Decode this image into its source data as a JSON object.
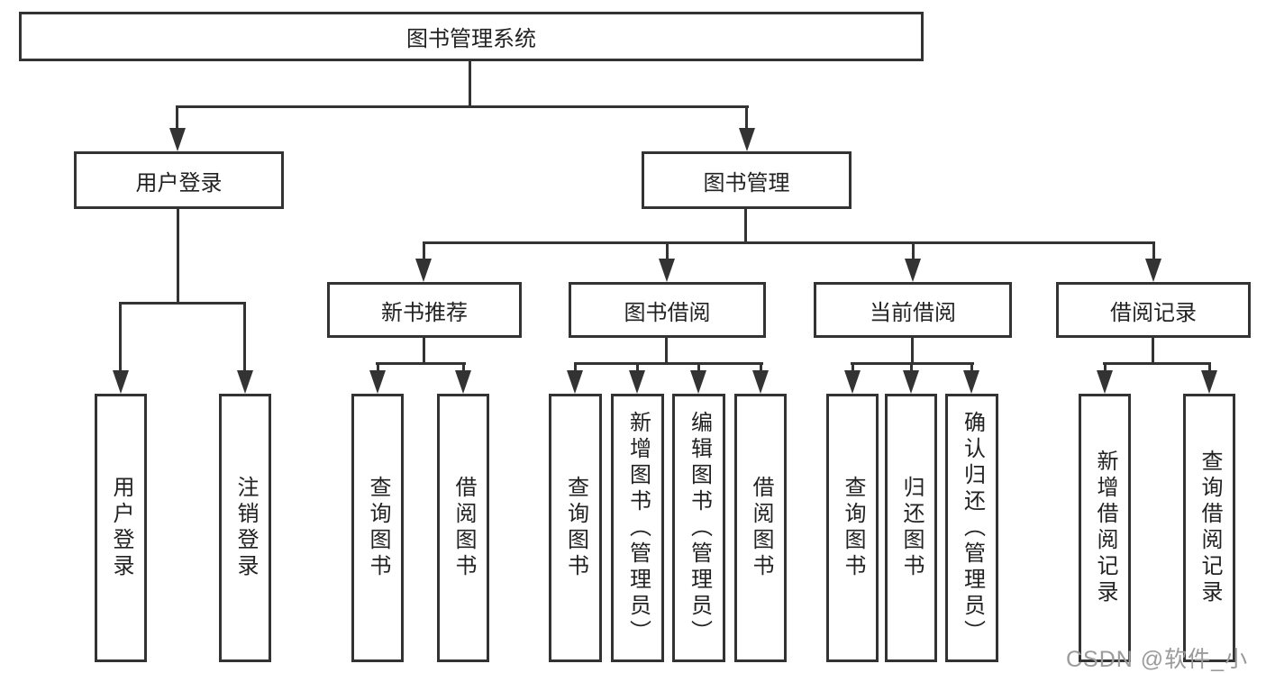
{
  "diagram_title": "图书管理系统",
  "nodes": {
    "root": "图书管理系统",
    "level2": [
      "用户登录",
      "图书管理"
    ],
    "level3": [
      "新书推荐",
      "图书借阅",
      "当前借阅",
      "借阅记录"
    ],
    "leaves": {
      "user_login": [
        "用户登录",
        "注销登录"
      ],
      "new_book_recommend": [
        "查询图书",
        "借阅图书"
      ],
      "book_borrow": [
        "查询图书",
        "新增图书（管理员）",
        "编辑图书（管理员）",
        "借阅图书"
      ],
      "current_borrow": [
        "查询图书",
        "归还图书",
        "确认归还（管理员）"
      ],
      "borrow_records": [
        "新增借阅记录",
        "查询借阅记录"
      ]
    }
  },
  "watermark": "CSDN @软件_小贺同学",
  "colors": {
    "line": "#333333",
    "text": "#222222",
    "box_background": "#ffffff",
    "watermark": "#9b9b9b"
  }
}
